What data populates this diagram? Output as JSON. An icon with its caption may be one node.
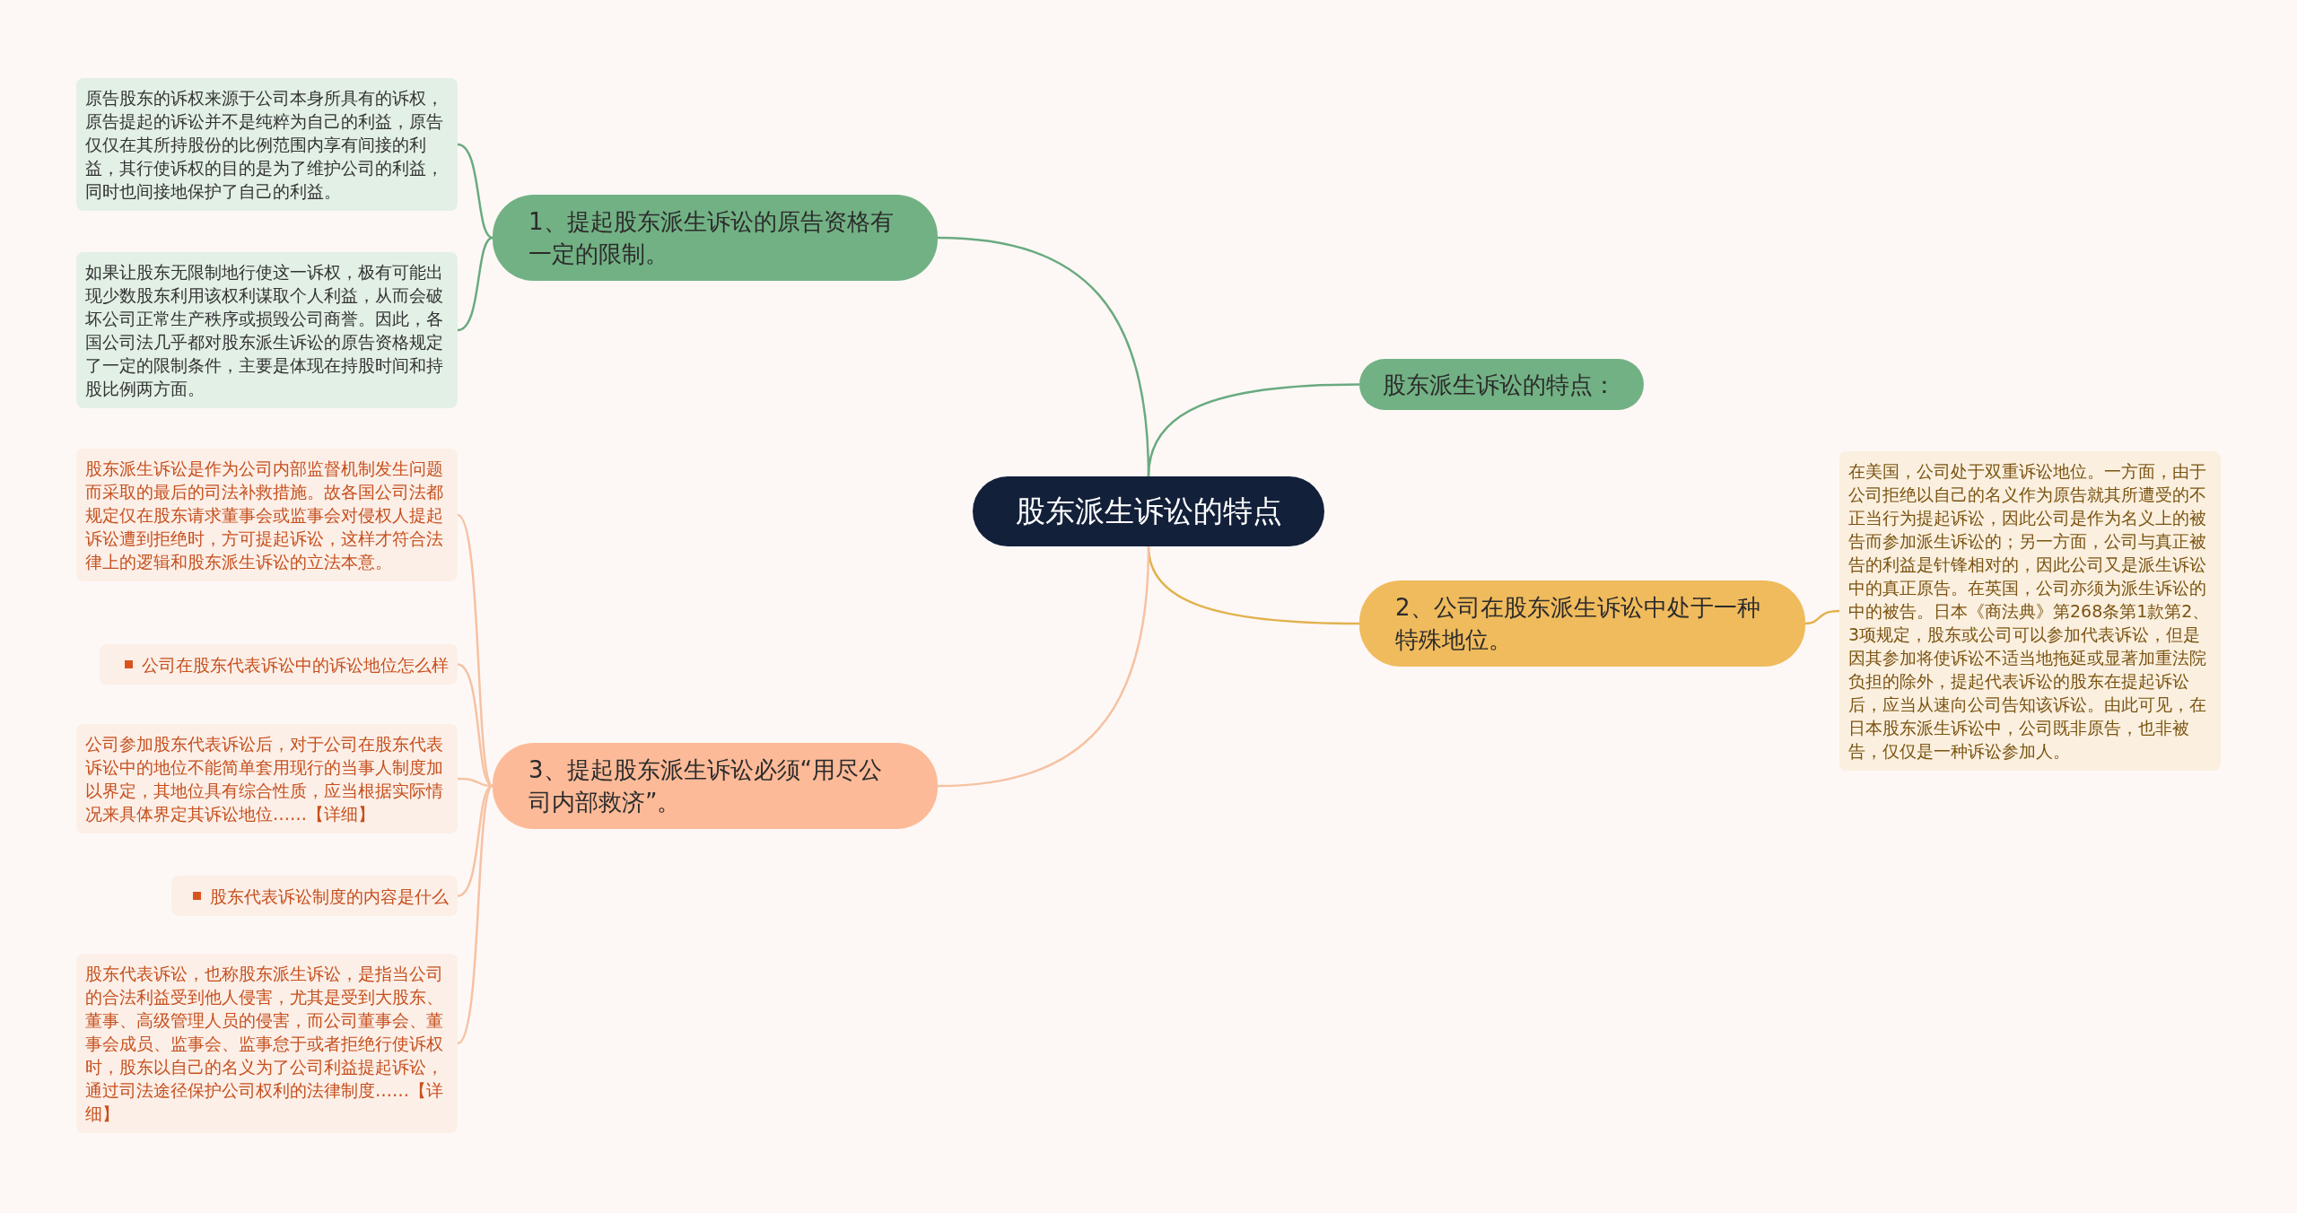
{
  "diagram": {
    "nodes": [
      {
        "text": [
          "股东派生诉讼的特点"
        ]
      },
      {
        "text": [
          "1、提起股东派生诉讼的原告资格有一定的限制。"
        ]
      },
      {
        "text": [
          "原告股东的诉权来源于公司本身所具有的诉权，原告提起的诉讼并不是纯粹为自己的利益，原告仅仅在其所持股份的比例范围内享有间接的利益，其行使诉权的目的是为了维护公司的利益，同时也间接地保护了自己的利益。"
        ]
      },
      {
        "text": [
          "如果让股东无限制地行使这一诉权，极有可能出现少数股东利用该权利谋取个人利益，从而会破坏公司正常生产秩序或损毁公司商誉。因此，各国公司法几乎都对股东派生诉讼的原告资格规定了一定的限制条件，主要是体现在持股时间和持股比例两方面。"
        ]
      },
      {
        "text": [
          "股东派生诉讼的特点："
        ]
      },
      {
        "text": [
          "2、公司在股东派生诉讼中处于一种特殊地位。"
        ]
      },
      {
        "text": [
          "在美国，公司处于双重诉讼地位。一方面，由于公司拒绝以自己的名义作为原告就其所遭受的不正当行为提起诉讼，因此公司是作为名义上的被告而参加派生诉讼的；另一方面，公司与真正被告的利益是针锋相对的，因此公司又是派生诉讼中的真正原告。在英国，公司亦须为派生诉讼的中的被告。日本《商法典》第268条第1款第2、3项规定，股东或公司可以参加代表诉讼，但是因其参加将使诉讼不适当地拖延或显著加重法院负担的除外，提起代表诉讼的股东在提起诉讼后，应当从速向公司告知该诉讼。由此可见，在日本股东派生诉讼中，公司既非原告，也非被告，仅仅是一种诉讼参加人。"
        ]
      },
      {
        "text": [
          "3、提起股东派生诉讼必须“用尽公司内部救济”。"
        ]
      },
      {
        "text": [
          "股东派生诉讼是作为公司内部监督机制发生问题而采取的最后的司法补救措施。故各国公司法都规定仅在股东请求董事会或监事会对侵权人提起诉讼遭到拒绝时，方可提起诉讼，这样才符合法律上的逻辑和股东派生诉讼的立法本意。"
        ]
      },
      {
        "text": [
          "公司在股东代表诉讼中的诉讼地位怎么样"
        ]
      },
      {
        "text": [
          "公司参加股东代表诉讼后，对于公司在股东代表诉讼中的地位不能简单套用现行的当事人制度加以界定，其地位具有综合性质，应当根据实际情况来具体界定其诉讼地位……【详细】"
        ]
      },
      {
        "text": [
          "股东代表诉讼制度的内容是什么"
        ]
      },
      {
        "text": [
          "股东代表诉讼，也称股东派生诉讼，是指当公司的合法利益受到他人侵害，尤其是受到大股东、董事、高级管理人员的侵害，而公司董事会、董事会成员、监事会、监事怠于或者拒绝行使诉权时，股东以自己的名义为了公司利益提起诉讼，通过司法途径保护公司权利的法律制度……【详细】"
        ]
      }
    ],
    "edges": [
      {
        "from": 0,
        "to": 1,
        "arrow": "none",
        "color": "#6aaa80"
      },
      {
        "from": 1,
        "to": 2,
        "arrow": "none",
        "color": "#6aaa80"
      },
      {
        "from": 1,
        "to": 3,
        "arrow": "none",
        "color": "#6aaa80"
      },
      {
        "from": 0,
        "to": 4,
        "arrow": "none",
        "color": "#6aaa80"
      },
      {
        "from": 0,
        "to": 5,
        "arrow": "none",
        "color": "#e2b24f"
      },
      {
        "from": 5,
        "to": 6,
        "arrow": "none",
        "color": "#e2b24f"
      },
      {
        "from": 0,
        "to": 7,
        "arrow": "none"
      },
      {
        "from": 7,
        "to": 8,
        "arrow": "none"
      },
      {
        "from": 7,
        "to": 9,
        "arrow": "none"
      },
      {
        "from": 7,
        "to": 10,
        "arrow": "none"
      },
      {
        "from": 7,
        "to": 11,
        "arrow": "none"
      },
      {
        "from": 7,
        "to": 12,
        "arrow": "none"
      }
    ]
  }
}
